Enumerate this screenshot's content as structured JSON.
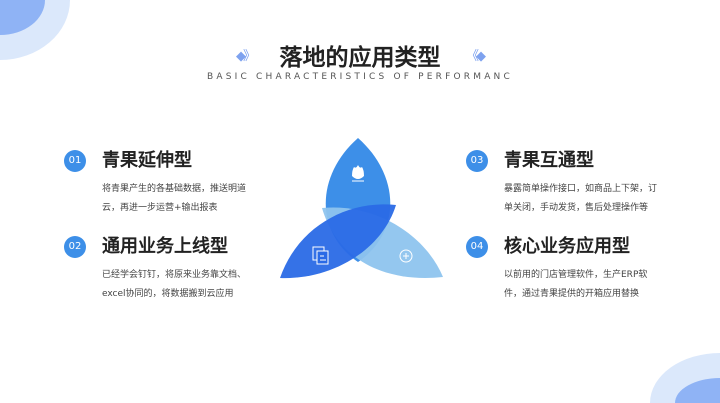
{
  "header": {
    "title": "落地的应用类型",
    "subtitle": "BASIC CHARACTERISTICS OF PERFORMANC",
    "left_arrows": "◆》",
    "right_arrows": "《◆"
  },
  "items": [
    {
      "num": "01",
      "title": "青果延伸型",
      "desc": "将青果产生的各基础数据，推送明道云，再进一步运营+输出报表"
    },
    {
      "num": "02",
      "title": "通用业务上线型",
      "desc": "已经学会钉钉，将原来业务靠文档、excel协同的，将数据搬到云应用"
    },
    {
      "num": "03",
      "title": "青果互通型",
      "desc": "暴露简单操作接口，如商品上下架，订单关闭，手动发货，售后处理操作等"
    },
    {
      "num": "04",
      "title": "核心业务应用型",
      "desc": "以前用的门店管理软件，生产ERP软件，通过青果提供的开箱应用替换"
    }
  ],
  "colors": {
    "accent": "#3d8fe8",
    "dark": "#2a6ae6",
    "light": "#8ec4ee"
  }
}
